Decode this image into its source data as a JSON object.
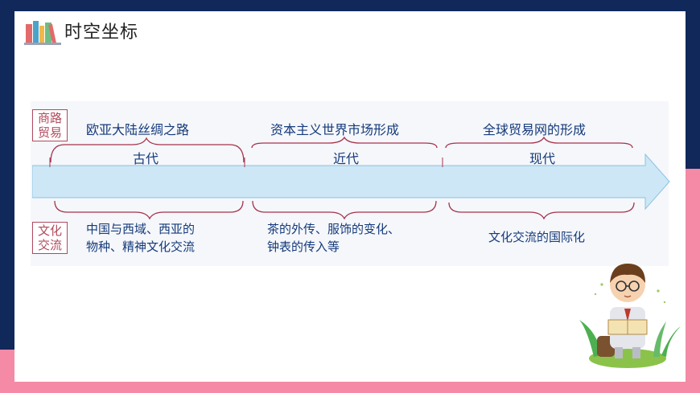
{
  "header": {
    "title": "时空坐标",
    "icon": "books-icon"
  },
  "trade": {
    "tag": [
      "商路",
      "贸易"
    ],
    "routes": [
      "欧亚大陆丝绸之路",
      "资本主义世界市场形成",
      "全球贸易网的形成"
    ]
  },
  "eras": [
    "古代",
    "近代",
    "现代"
  ],
  "culture": {
    "tag": [
      "文化",
      "交流"
    ],
    "items": [
      [
        "中国与西域、西亚的",
        "物种、精神文化交流"
      ],
      [
        "茶的外传、服饰的变化、",
        "钟表的传入等"
      ],
      [
        "文化交流的国际化"
      ]
    ]
  },
  "colors": {
    "navy": "#10285a",
    "pink": "#f48aa5",
    "arrow": "#cde7f6",
    "brace": "#a8334b",
    "text": "#153a7a"
  }
}
